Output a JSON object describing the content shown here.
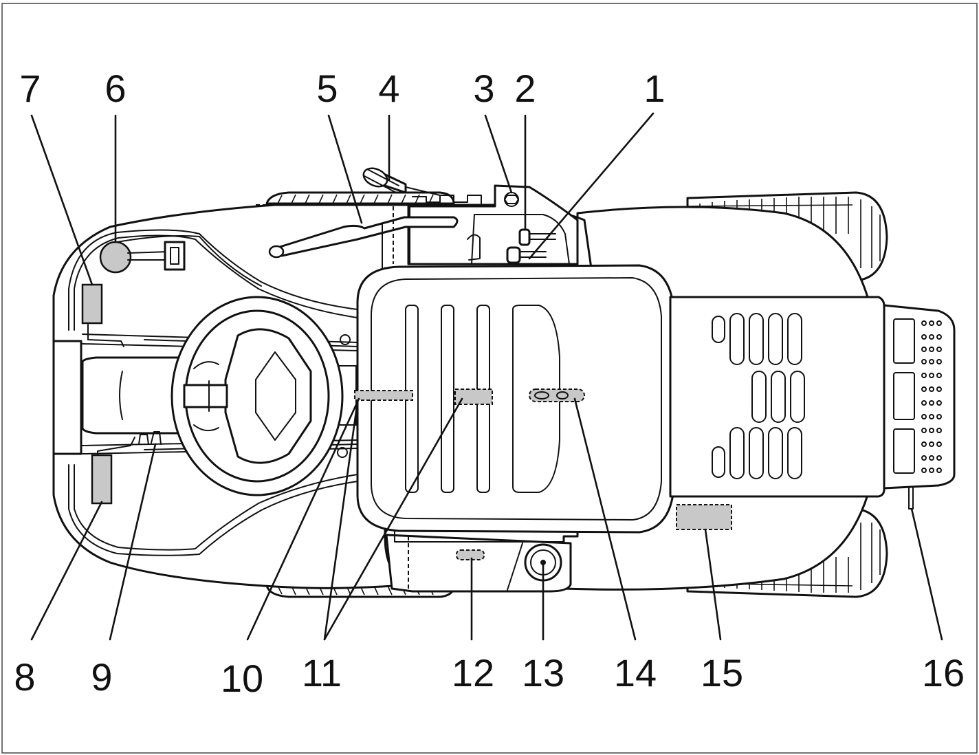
{
  "diagram": {
    "callouts": [
      {
        "id": "1",
        "label": "1"
      },
      {
        "id": "2",
        "label": "2"
      },
      {
        "id": "3",
        "label": "3"
      },
      {
        "id": "4",
        "label": "4"
      },
      {
        "id": "5",
        "label": "5"
      },
      {
        "id": "6",
        "label": "6"
      },
      {
        "id": "7",
        "label": "7"
      },
      {
        "id": "8",
        "label": "8"
      },
      {
        "id": "9",
        "label": "9"
      },
      {
        "id": "10",
        "label": "10"
      },
      {
        "id": "11",
        "label": "11"
      },
      {
        "id": "12",
        "label": "12"
      },
      {
        "id": "13",
        "label": "13"
      },
      {
        "id": "14",
        "label": "14"
      },
      {
        "id": "15",
        "label": "15"
      },
      {
        "id": "16",
        "label": "16"
      }
    ],
    "colors": {
      "line": "#111111",
      "label_fill": "#c8c8c8",
      "background": "#ffffff"
    }
  }
}
